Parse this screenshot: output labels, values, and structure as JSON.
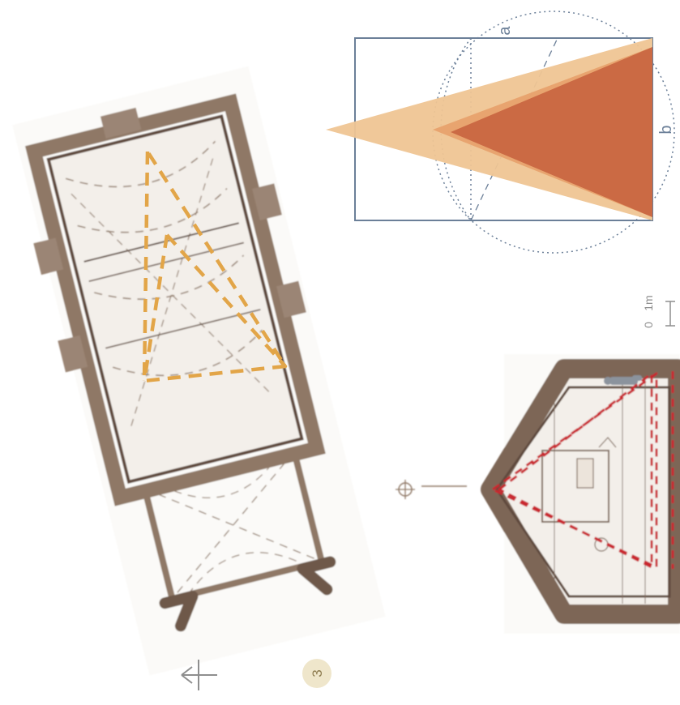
{
  "diagram": {
    "labels": {
      "a": "a",
      "b": "b",
      "scale_zero": "0",
      "scale_one": "1m",
      "page_number": "3"
    },
    "colors": {
      "paper": "#ffffff",
      "sketch_wall": "#8f7866",
      "sketch_wall_dark": "#5f4a3c",
      "sketch_fill": "#f3efea",
      "orange_dashed": "#e2a548",
      "red_dashed": "#c9252d",
      "wedge_light": "#efc594",
      "wedge_mid": "#e7a06a",
      "wedge_dark": "#cb6a44",
      "blueprint": "#6b7f98",
      "page_badge": "#efe6cb",
      "page_number_text": "#8e7c50",
      "arrow": "#8e8e8e"
    },
    "icons": {
      "north_arrow": "left-arrow-icon",
      "scale_bar": "scale-bar-icon",
      "page_badge": "page-badge"
    }
  }
}
